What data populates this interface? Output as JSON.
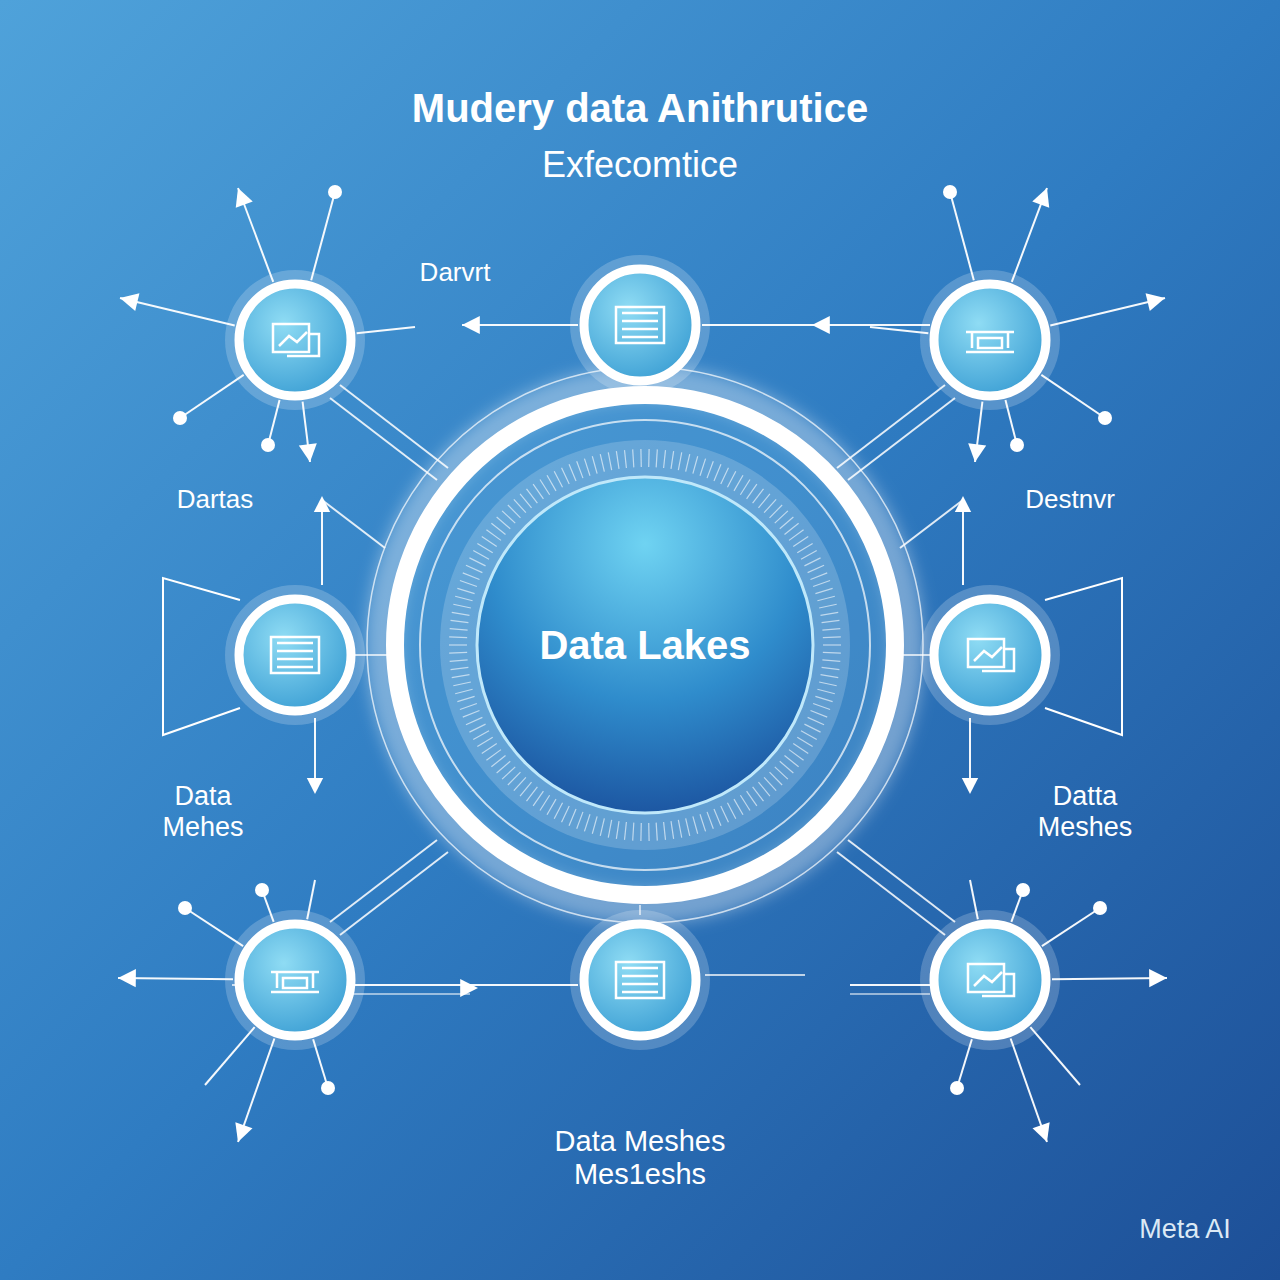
{
  "diagram": {
    "title": "Mudery data Anithrutice",
    "nodes": [
      {
        "text": [
          "Data Lakes"
        ]
      }
    ],
    "labels": [
      "Exfecomtice",
      "Darvrt",
      "Dartas",
      "Destnvr",
      "Data Mehes",
      "Datta Meshes",
      "Data Meshes Mes1eshs",
      "Meta AI"
    ]
  }
}
